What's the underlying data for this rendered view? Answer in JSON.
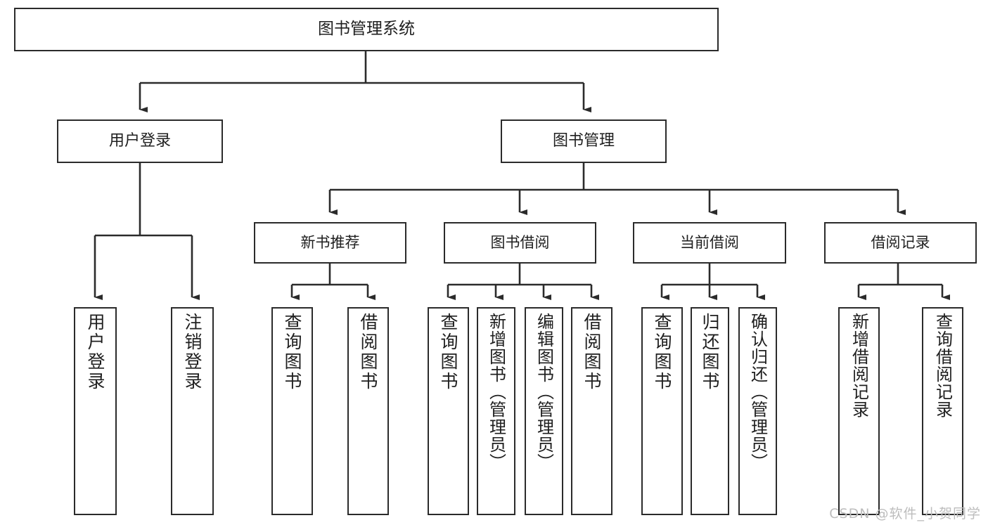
{
  "diagram": {
    "title": "图书管理系统",
    "type": "hierarchy-tree",
    "watermark": "CSDN @软件_小贺同学",
    "colors": {
      "box_border": "#2b2b2b",
      "box_fill": "#ffffff",
      "connector": "#2b2b2b",
      "text": "#1f1f1f",
      "watermark": "#bdbdbd",
      "background": "#ffffff"
    }
  },
  "nodes": {
    "root": {
      "label": "图书管理系统",
      "level": 1
    },
    "level2": [
      {
        "label": "用户登录",
        "level": 2
      },
      {
        "label": "图书管理",
        "level": 2
      }
    ],
    "level3": [
      {
        "label": "新书推荐",
        "level": 3,
        "parent": "图书管理"
      },
      {
        "label": "图书借阅",
        "level": 3,
        "parent": "图书管理"
      },
      {
        "label": "当前借阅",
        "level": 3,
        "parent": "图书管理"
      },
      {
        "label": "借阅记录",
        "level": 3,
        "parent": "图书管理"
      }
    ],
    "leaves": {
      "user_login": [
        {
          "label": "用户登录",
          "parent": "用户登录"
        },
        {
          "label": "注销登录",
          "parent": "用户登录"
        }
      ],
      "new_book_recommend": [
        {
          "label": "查询图书",
          "parent": "新书推荐"
        },
        {
          "label": "借阅图书",
          "parent": "新书推荐"
        }
      ],
      "book_borrow": [
        {
          "label": "查询图书",
          "parent": "图书借阅"
        },
        {
          "label": "新增图书（管理员）",
          "parent": "图书借阅"
        },
        {
          "label": "编辑图书（管理员）",
          "parent": "图书借阅"
        },
        {
          "label": "借阅图书",
          "parent": "图书借阅"
        }
      ],
      "current_borrow": [
        {
          "label": "查询图书",
          "parent": "当前借阅"
        },
        {
          "label": "归还图书",
          "parent": "当前借阅"
        },
        {
          "label": "确认归还（管理员）",
          "parent": "当前借阅"
        }
      ],
      "borrow_record": [
        {
          "label": "新增借阅记录",
          "parent": "借阅记录"
        },
        {
          "label": "查询借阅记录",
          "parent": "借阅记录"
        }
      ]
    }
  }
}
